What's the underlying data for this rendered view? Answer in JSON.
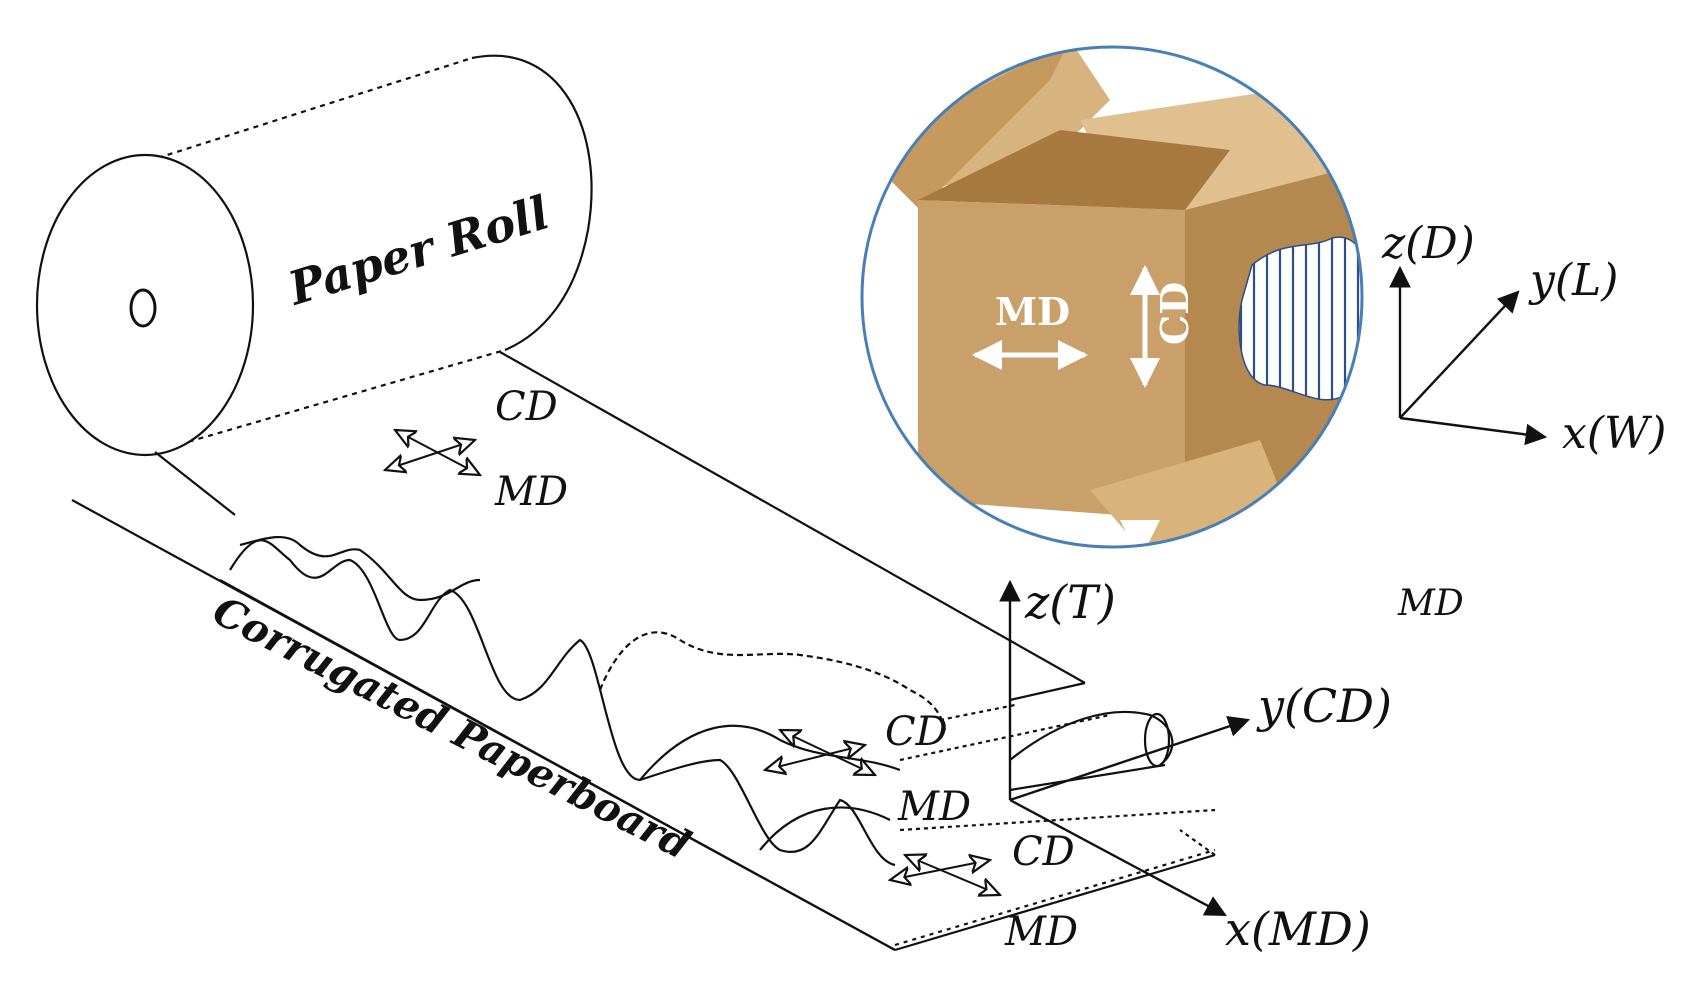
{
  "roll": {
    "label": "Paper Roll"
  },
  "board": {
    "label": "Corrugated Paperboard"
  },
  "sheet_arrows": [
    {
      "cd": "CD",
      "md": "MD"
    },
    {
      "cd": "CD",
      "md": "MD"
    },
    {
      "cd": "CD",
      "md": "MD"
    }
  ],
  "axes_board": {
    "z": "z(T)",
    "y": "y(CD)",
    "x": "x(MD)"
  },
  "axes_box": {
    "z": "z(D)",
    "y": "y(L)",
    "x": "x(W)"
  },
  "box": {
    "md": "MD",
    "cd": "CD"
  },
  "stray_label": "MD",
  "colors": {
    "line": "#111111",
    "box_face": "#c9a06a",
    "box_dark": "#b58850",
    "box_light": "#dcb985",
    "circle_border": "#4a7fb5"
  }
}
